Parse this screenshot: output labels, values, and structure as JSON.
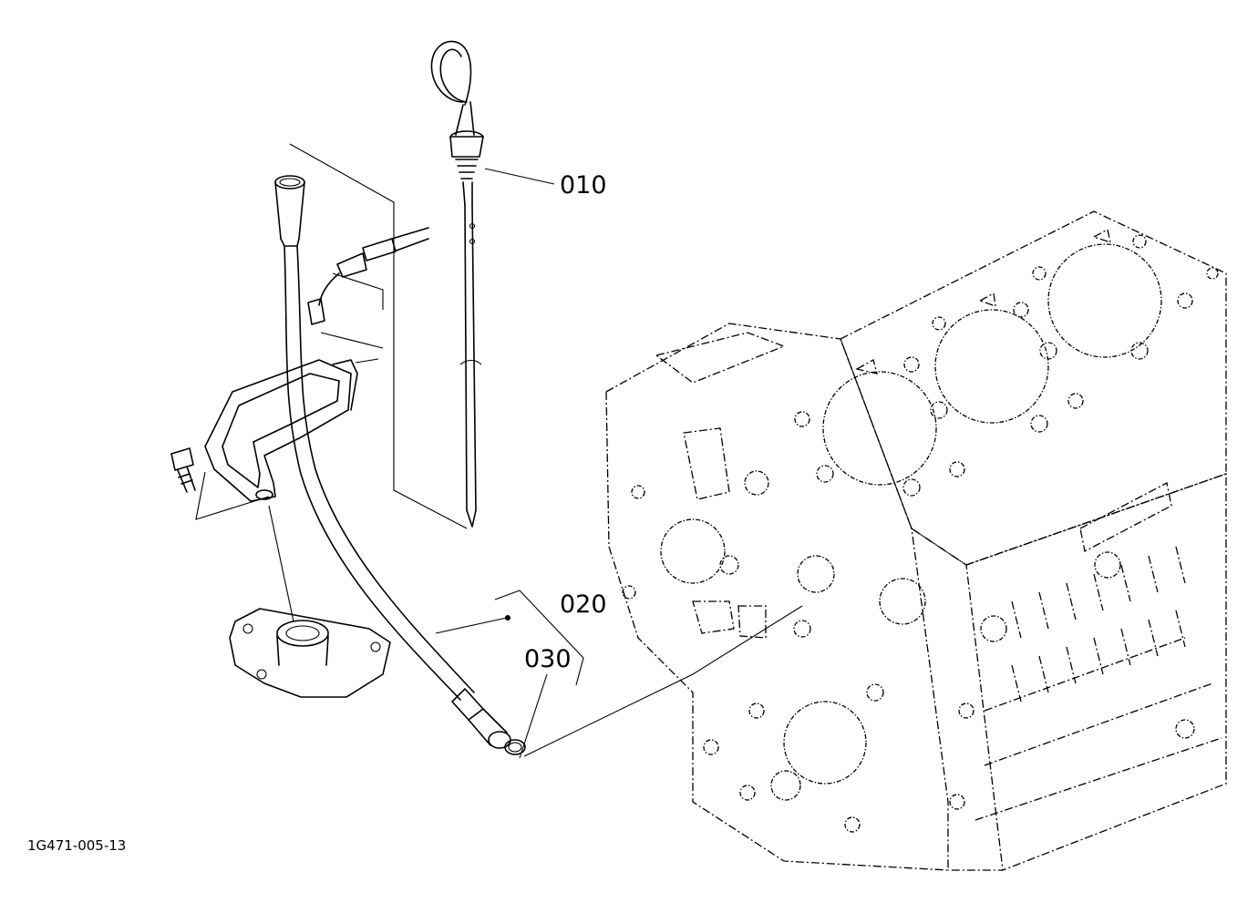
{
  "diagram": {
    "labels": {
      "dipstick": "010",
      "guide_tube": "020",
      "o_ring": "030"
    },
    "reference_code": "1G471-005-13"
  }
}
